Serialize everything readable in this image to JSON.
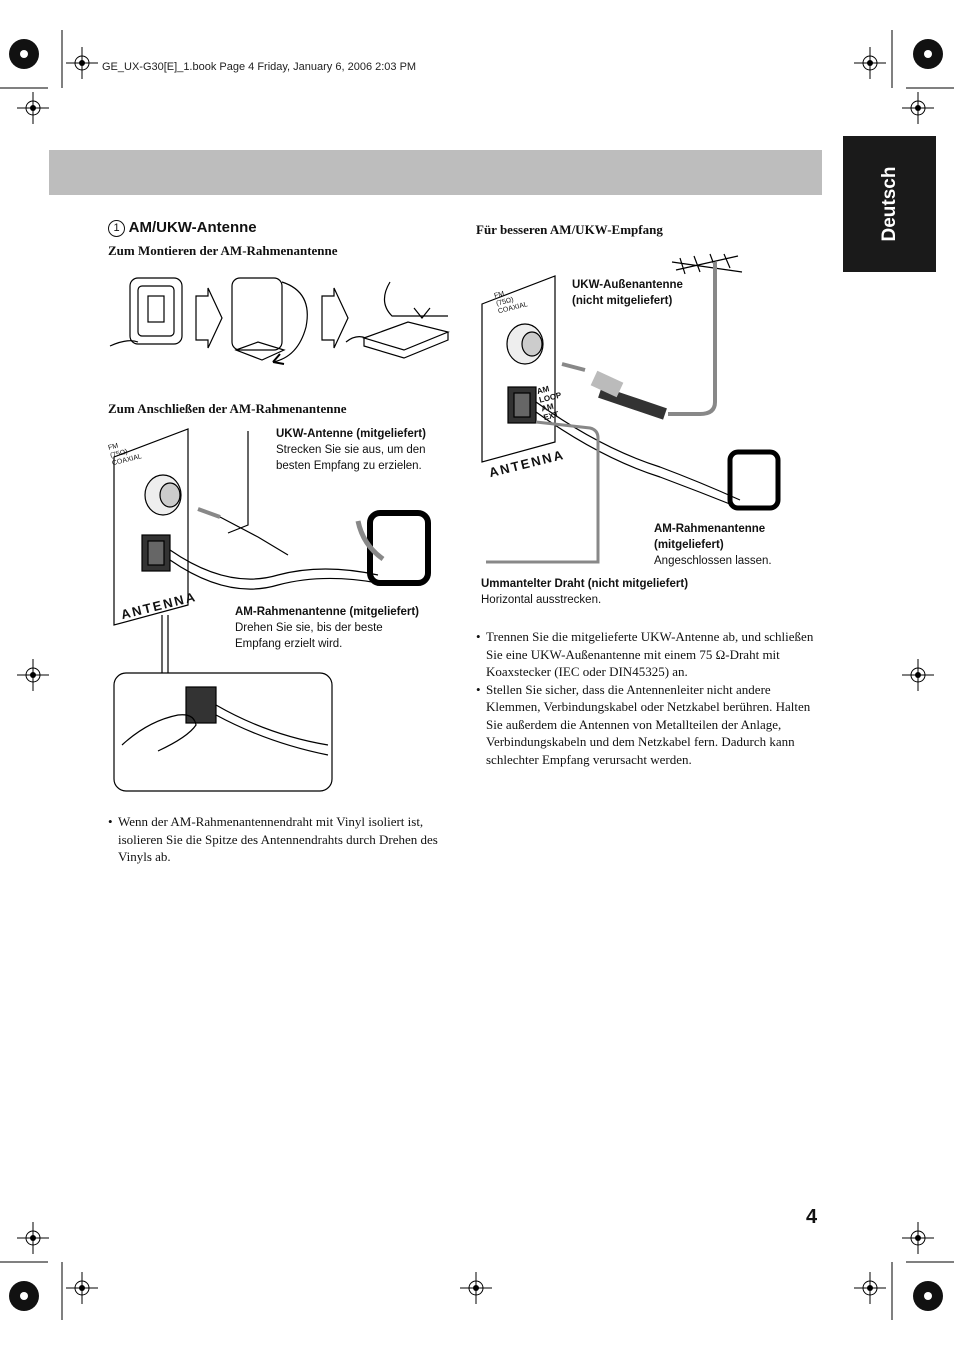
{
  "header": {
    "file_info": "GE_UX-G30[E]_1.book  Page 4  Friday, January 6, 2006  2:03 PM"
  },
  "side_tab": {
    "label": "Deutsch"
  },
  "section": {
    "number": "1",
    "title": "AM/UKW-Antenne",
    "mount_heading": "Zum Montieren der AM-Rahmenantenne",
    "connect_heading": "Zum Anschließen der AM-Rahmenantenne",
    "better_heading": "Für besseren AM/UKW-Empfang"
  },
  "panel_labels": {
    "fm": "FM",
    "ohm": "(75Ω)",
    "coaxial": "COAXIAL",
    "am": "AM",
    "loop": "LOOP",
    "ext": "EXT",
    "antenna": "ANTENNA"
  },
  "left_diagram": {
    "fm_antenna_title": "UKW-Antenne (mitgeliefert)",
    "fm_antenna_desc_1": "Strecken Sie sie aus, um den",
    "fm_antenna_desc_2": "besten Empfang zu erzielen.",
    "am_loop_title": "AM-Rahmenantenne (mitgeliefert)",
    "am_loop_desc_1": "Drehen Sie sie, bis der beste",
    "am_loop_desc_2": "Empfang erzielt wird."
  },
  "right_diagram": {
    "outdoor_title_1": "UKW-Außenantenne",
    "outdoor_title_2": "(nicht mitgeliefert)",
    "am_loop_title_1": "AM-Rahmenantenne",
    "am_loop_title_2": "(mitgeliefert)",
    "am_loop_desc": "Angeschlossen lassen.",
    "wire_title": "Ummantelter Draht (nicht mitgeliefert)",
    "wire_desc": "Horizontal ausstrecken."
  },
  "left_bullets": [
    "Wenn der AM-Rahmenantennendraht mit Vinyl isoliert ist, isolieren Sie die Spitze des Antennendrahts durch Drehen des Vinyls ab."
  ],
  "right_bullets": [
    "Trennen Sie die mitgelieferte UKW-Antenne ab, und schließen Sie eine UKW-Außenantenne mit einem 75 Ω-Draht mit Koaxstecker (IEC oder DIN45325) an.",
    "Stellen Sie sicher, dass die Antennenleiter nicht andere Klemmen, Verbindungskabel oder Netzkabel berühren. Halten Sie außerdem die Antennen von Metallteilen der Anlage, Verbindungskabeln und dem Netzkabel fern. Dadurch kann schlechter Empfang verursacht werden."
  ],
  "page_number": "4"
}
